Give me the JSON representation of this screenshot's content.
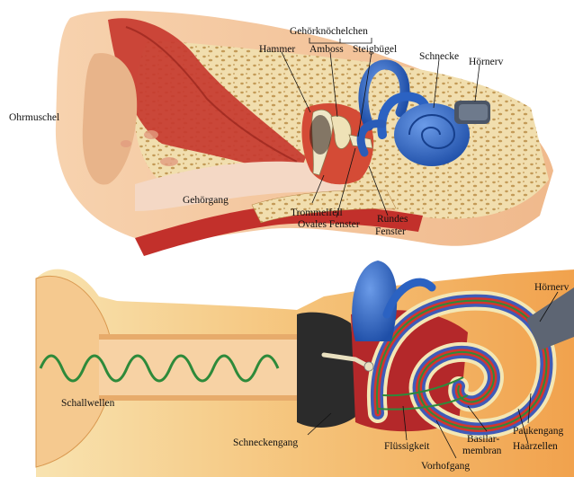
{
  "labels": {
    "ohrmuschel": "Ohrmuschel",
    "gehoerknoechelchen": "Gehörknöchelchen",
    "hammer": "Hammer",
    "amboss": "Amboss",
    "steigbuegel": "Steigbügel",
    "schnecke": "Schnecke",
    "hoernerv_top": "Hörnerv",
    "gehoergang": "Gehörgang",
    "trommelfell": "Trommelfell",
    "ovales_fenster": "Ovales Fenster",
    "rundes_fenster_1": "Rundes",
    "rundes_fenster_2": "Fenster",
    "hoernerv_bottom": "Hörnerv",
    "schallwellen": "Schallwellen",
    "schneckengang": "Schneckengang",
    "fluessigkeit": "Flüssigkeit",
    "basilarmembran_1": "Basilar-",
    "basilarmembran_2": "membran",
    "paukengang": "Paukengang",
    "haarzellen": "Haarzellen",
    "vorhofgang": "Vorhofgang"
  },
  "colors": {
    "skin": "#f5c9a0",
    "bone": "#f0dcaa",
    "bone_pore": "#c9a564",
    "muscle": "#c8322d",
    "canal": "#f3d7c4",
    "cochlea_blue": "#2f67c9",
    "green_wave": "#2e8a3a",
    "ossicle": "#efe7c8"
  }
}
